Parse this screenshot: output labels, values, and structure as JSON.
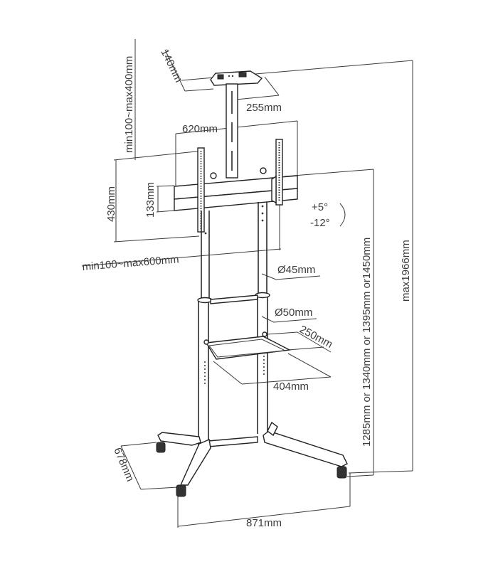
{
  "diagram": {
    "type": "technical-dimension-drawing",
    "subject": "mobile TV stand with camera shelf and AV shelf",
    "line_color": "#3a3a3a",
    "background": "#ffffff",
    "dimensions": {
      "top_shelf_depth": "140mm",
      "top_shelf_width": "255mm",
      "top_shelf_height_adjust": "min100~max400mm",
      "mount_width": "620mm",
      "mount_height": "430mm",
      "rail_spacing": "133mm",
      "vesa_horizontal": "min100~max600mm",
      "tilt_up": "+5°",
      "tilt_down": "-12°",
      "upper_pole_diameter": "Ø45mm",
      "lower_pole_diameter": "Ø50mm",
      "av_shelf_depth": "250mm",
      "av_shelf_width": "404mm",
      "mount_height_options": "1285mm or 1340mm or 1395mm or1450mm",
      "max_height": "max1966mm",
      "base_depth": "678mm",
      "base_width": "871mm"
    }
  }
}
